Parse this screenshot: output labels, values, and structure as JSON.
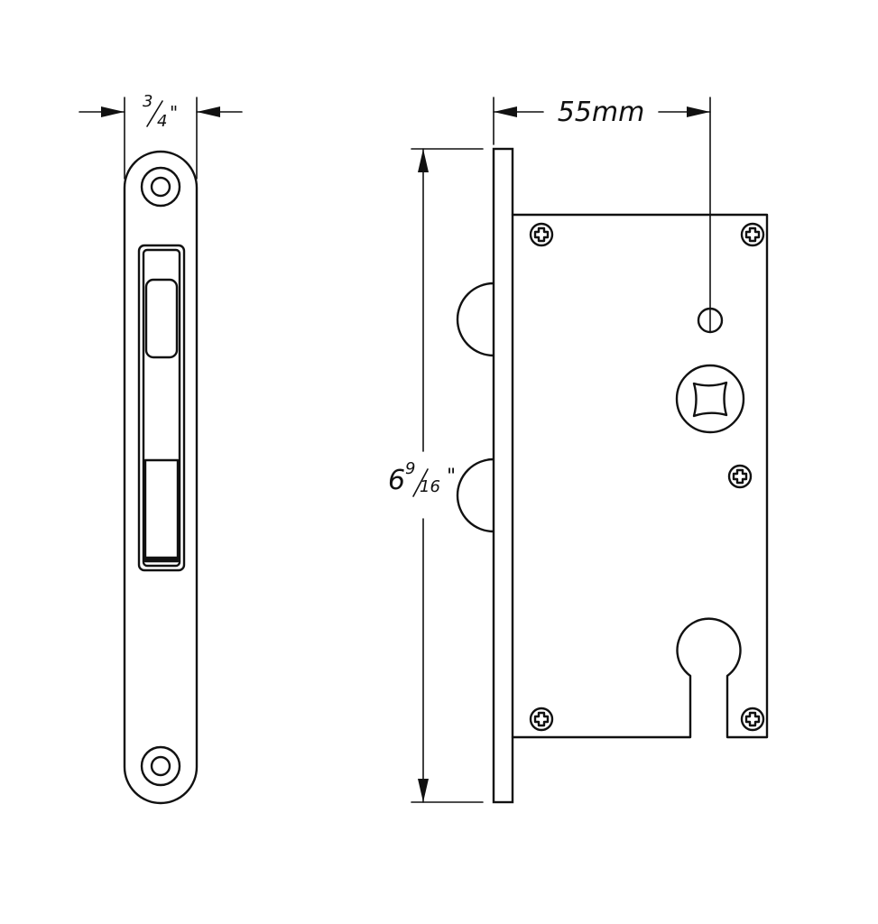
{
  "dimensions": {
    "faceplate_width": {
      "numerator": "3",
      "denominator": "4",
      "unit": "\""
    },
    "backset": {
      "text": "55mm"
    },
    "faceplate_height": {
      "whole": "6",
      "numerator": "9",
      "denominator": "16",
      "unit": "\""
    }
  }
}
